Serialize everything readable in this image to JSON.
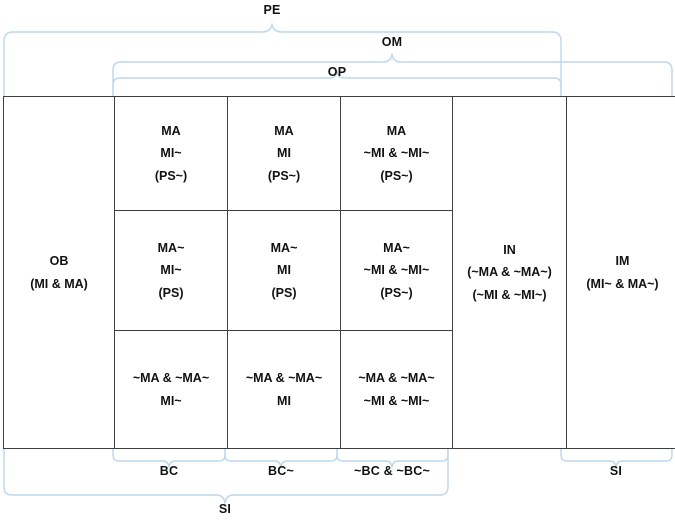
{
  "colors": {
    "brace": "#bdd7ee",
    "table_border": "#3f3f3f",
    "text": "#111111",
    "background": "#ffffff"
  },
  "top_braces": [
    {
      "label": "PE"
    },
    {
      "label": "OM"
    },
    {
      "label": "OP"
    }
  ],
  "bottom_braces": [
    {
      "label": "BC"
    },
    {
      "label": "BC~"
    },
    {
      "label": "~BC & ~BC~"
    },
    {
      "label": "SI"
    },
    {
      "label": "SI"
    }
  ],
  "table": {
    "columns": [
      "OB",
      "MA-MI~",
      "MA-MI",
      "MA-~MI",
      "IN",
      "IM"
    ],
    "cells": {
      "ob": [
        "OB",
        "(MI & MA)"
      ],
      "r1c1": [
        "MA",
        "MI~",
        "(PS~)"
      ],
      "r1c2": [
        "MA",
        "MI",
        "(PS~)"
      ],
      "r1c3": [
        "MA",
        "~MI & ~MI~",
        "(PS~)"
      ],
      "r2c1": [
        "MA~",
        "MI~",
        "(PS)"
      ],
      "r2c2": [
        "MA~",
        "MI",
        "(PS)"
      ],
      "r2c3": [
        "MA~",
        "~MI & ~MI~",
        "(PS~)"
      ],
      "r3c1": [
        "~MA & ~MA~",
        "MI~"
      ],
      "r3c2": [
        "~MA & ~MA~",
        "MI"
      ],
      "r3c3": [
        "~MA & ~MA~",
        "~MI & ~MI~"
      ],
      "in": [
        "IN",
        "(~MA & ~MA~)",
        "(~MI & ~MI~)"
      ],
      "im": [
        "IM",
        "(MI~ & MA~)"
      ]
    }
  }
}
